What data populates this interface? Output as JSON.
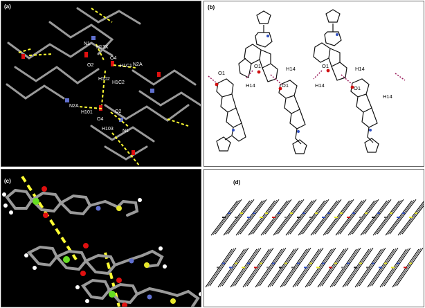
{
  "panels": {
    "a": {
      "label": "(a)",
      "atoms": [
        "H13X",
        "N1",
        "O2",
        "O4",
        "H1C1",
        "N2A",
        "H102",
        "H1C2",
        "N2A",
        "H101",
        "O4",
        "O2",
        "H103",
        "N1"
      ]
    },
    "b": {
      "label": "(b)",
      "atoms": [
        "O1",
        "H14",
        "O1",
        "H14",
        "O1",
        "H14",
        "O1",
        "H14",
        "O1",
        "H14"
      ]
    },
    "c": {
      "label": "(c)"
    },
    "d": {
      "label": "(d)"
    }
  },
  "colors": {
    "dark_bg": "#000000",
    "bond_grey": "#9a9a9a",
    "hbond_yellow": "#ffff33",
    "oxygen_red": "#e01010",
    "nitrogen_blue": "#6070d0",
    "sulfur_yellow": "#e6e62a",
    "centroid_green": "#66dd22",
    "hydrogen_white": "#ffffff",
    "hbond_dash_b": "#9a1a5a"
  },
  "icons": [
    "molecule-stick-model",
    "hydrogen-bond-dashes",
    "pi-stacking-centroid"
  ]
}
